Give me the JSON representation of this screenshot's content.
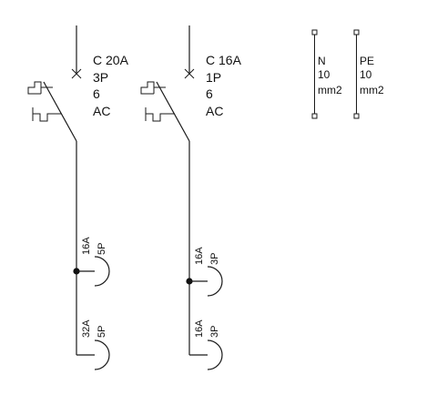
{
  "breakers": [
    {
      "label": "C 20A",
      "poles": "3P",
      "rating": "6",
      "type": "AC"
    },
    {
      "label": "C 16A",
      "poles": "1P",
      "rating": "6",
      "type": "AC"
    }
  ],
  "terminals": [
    {
      "name": "N",
      "size": "10",
      "unit": "mm2"
    },
    {
      "name": "PE",
      "size": "10",
      "unit": "mm2"
    }
  ],
  "sockets": [
    {
      "current": "16A",
      "poles": "5P"
    },
    {
      "current": "32A",
      "poles": "5P"
    },
    {
      "current": "16A",
      "poles": "3P"
    },
    {
      "current": "16A",
      "poles": "3P"
    }
  ]
}
